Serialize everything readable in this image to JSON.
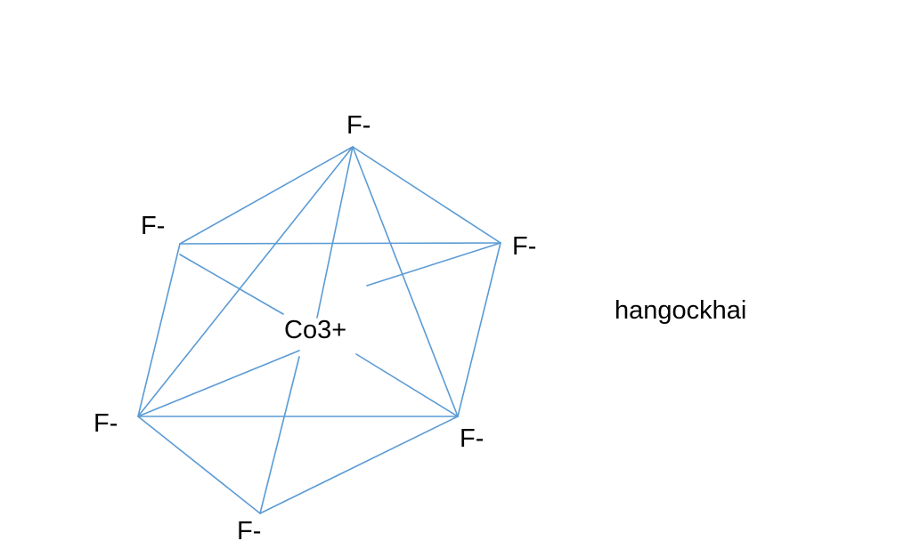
{
  "diagram": {
    "center_label": "Co3+",
    "ligands": [
      {
        "label": "F-"
      },
      {
        "label": "F-"
      },
      {
        "label": "F-"
      },
      {
        "label": "F-"
      },
      {
        "label": "F-"
      },
      {
        "label": "F-"
      }
    ],
    "line_color": "#5b9bd5",
    "text_color": "#000000"
  },
  "author": "hangockhai"
}
